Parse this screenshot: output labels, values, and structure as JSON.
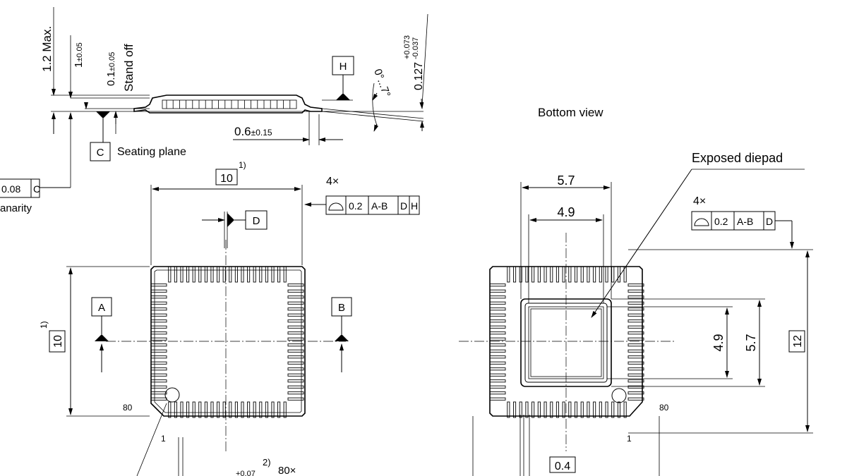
{
  "side_view": {
    "dim_height_max": "1.2 Max.",
    "dim_body_thickness": "1",
    "dim_body_thickness_tol": "±0.05",
    "dim_standoff": "0.1",
    "dim_standoff_tol": "±0.05",
    "standoff_label": "Stand off",
    "dim_lead_thickness": "0.127",
    "dim_lead_thickness_tol_upper": "+0.073",
    "dim_lead_thickness_tol_lower": "-0.037",
    "lead_angle": "0°...7°",
    "dim_foot_length": "0.6",
    "dim_foot_length_tol": "±0.15",
    "datum_h": "H",
    "datum_c": "C",
    "seating_plane_label": "Seating plane",
    "coplanarity_value": "0.08",
    "coplanarity_datum": "C",
    "coplanarity_label": "anarity"
  },
  "top_view": {
    "dim_body_width": "10",
    "dim_body_width_note": "1)",
    "dim_body_length": "10",
    "dim_body_length_note": "1)",
    "profile_count": "4×",
    "profile_tol": "0.2",
    "profile_datums": [
      "A-B",
      "D",
      "H"
    ],
    "datum_d": "D",
    "datum_a": "A",
    "datum_b": "B",
    "pin_1": "1",
    "pin_80": "80",
    "note_2": "2)",
    "lead_tol": "+0.07",
    "lead_count": "80×"
  },
  "bottom_view": {
    "title": "Bottom view",
    "exposed_pad_label": "Exposed diepad",
    "dim_pad_outer_w": "5.7",
    "dim_pad_inner_w": "4.9",
    "dim_pad_outer_h": "5.7",
    "dim_pad_inner_h": "4.9",
    "dim_overall": "12",
    "dim_pitch": "0.4",
    "profile_count": "4×",
    "profile_tol": "0.2",
    "profile_datums": [
      "A-B",
      "D"
    ],
    "pin_1": "1",
    "pin_80": "80"
  },
  "icons": {
    "datum_triangle": "datum-triangle-icon",
    "profile_symbol": "profile-of-surface-icon",
    "pin1_marker": "pin1-circle-icon"
  }
}
